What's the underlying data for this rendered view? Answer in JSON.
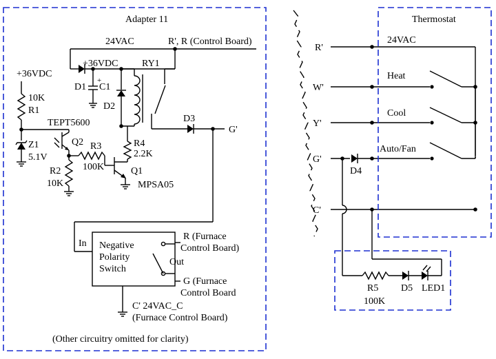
{
  "adapter": {
    "title": "Adapter 11",
    "footnote": "(Other circuitry omitted for clarity)"
  },
  "thermostat": {
    "title": "Thermostat",
    "supply": "24VAC",
    "heat": "Heat",
    "cool": "Cool",
    "autofan": "Auto/Fan"
  },
  "terminals": {
    "r": "R'",
    "w": "W'",
    "y": "Y'",
    "g": "G'",
    "c": "C'"
  },
  "adapter_labels": {
    "top_24vac": "24VAC",
    "r_control": "R', R (Control Board)",
    "plus36_a": "+36VDC",
    "plus36_b": "+36VDC",
    "ry1": "RY1",
    "d1": "D1",
    "c1": "C1",
    "d2": "D2",
    "d3": "D3",
    "g_prime": "G'",
    "r1": "R1",
    "r1_val": "10K",
    "z1": "Z1",
    "z1_val": "5.1V",
    "tept": "TEPT5600",
    "q2": "Q2",
    "r3": "R3",
    "r3_val": "100K",
    "r2": "R2",
    "r2_val": "10K",
    "r4": "R4",
    "r4_val": "2.2K",
    "q1": "Q1",
    "mpsa": "MPSA05",
    "in": "In",
    "nps_1": "Negative",
    "nps_2": "Polarity",
    "nps_3": "Switch",
    "out": "Out",
    "r_furn_1": "R  (Furnace",
    "r_furn_2": "Control Board)",
    "g_furn_1": "G  (Furnace",
    "g_furn_2": "Control Board",
    "c_24": "C'  24VAC_C",
    "c_furn": "(Furnace Control Board)"
  },
  "led_box": {
    "d4": "D4",
    "r5": "R5",
    "r5_val": "100K",
    "d5": "D5",
    "led1": "LED1"
  }
}
